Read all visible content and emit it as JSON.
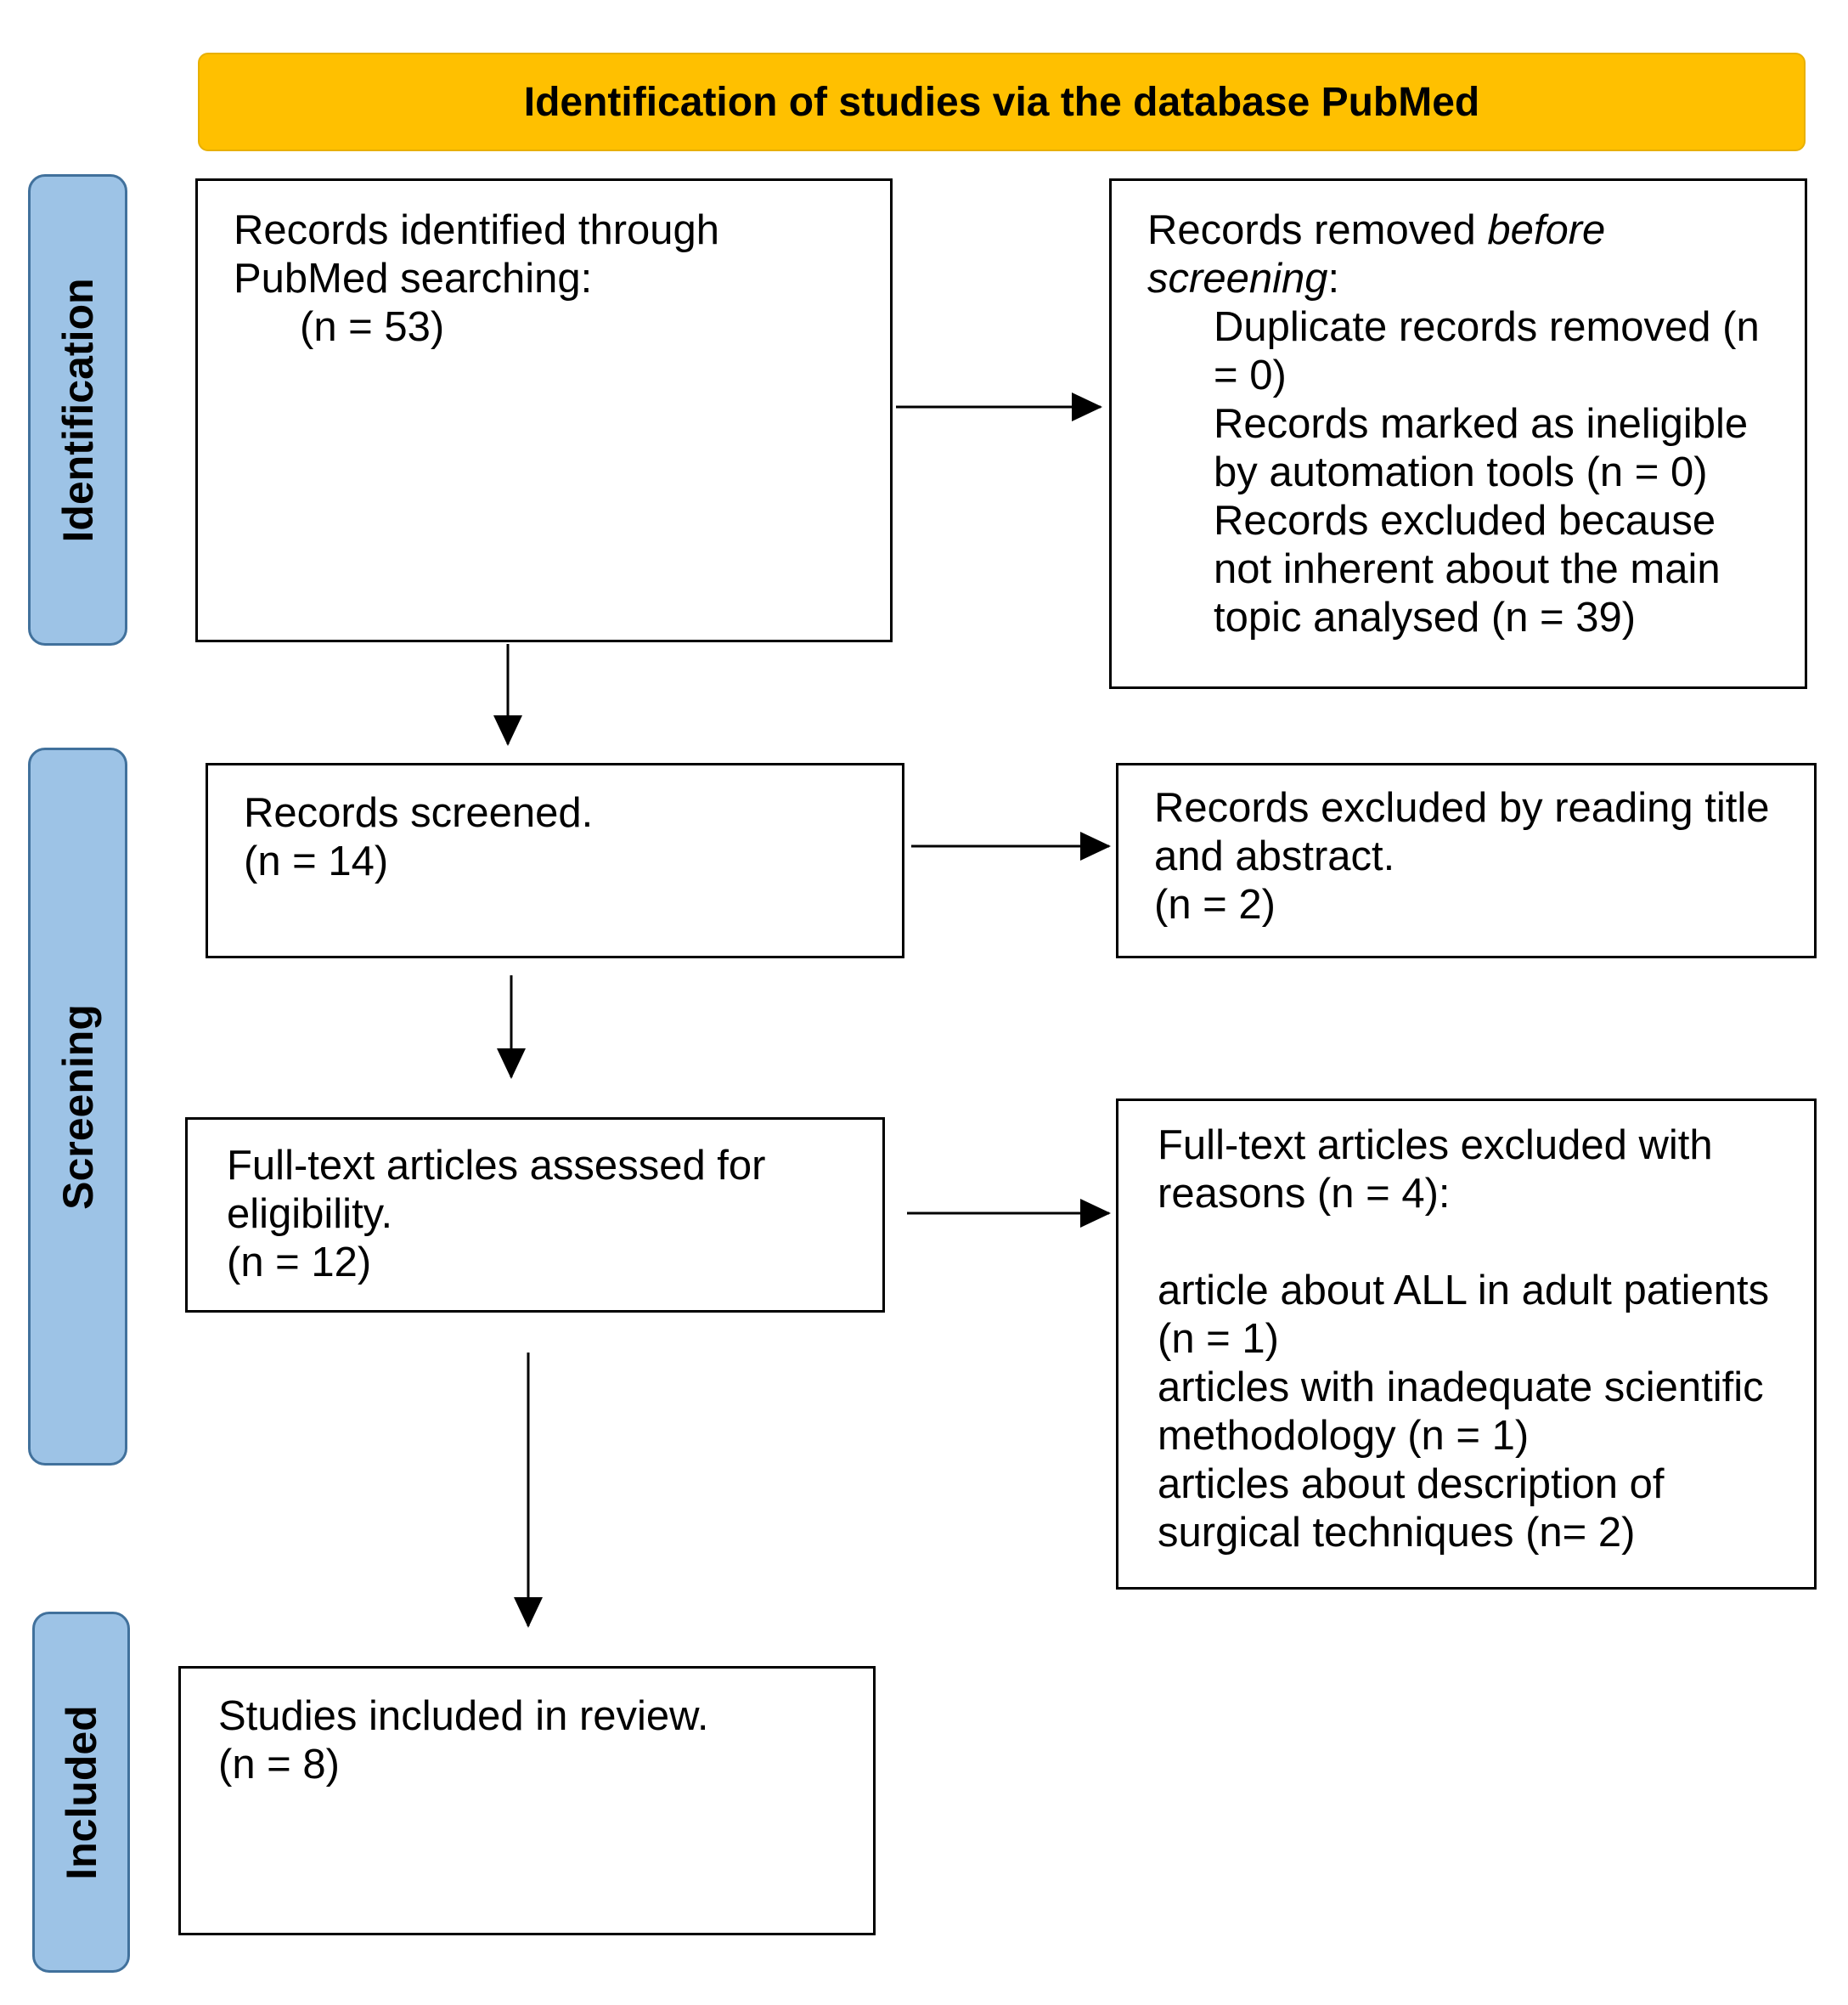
{
  "header": {
    "title": "Identification of studies via the database PubMed"
  },
  "stages": {
    "identification": "Identification",
    "screening": "Screening",
    "included": "Included"
  },
  "boxes": {
    "identified": {
      "line1": "Records identified through",
      "line2": "PubMed searching:",
      "line3": "(n = 53)"
    },
    "removed": {
      "prefix": "Records removed ",
      "em": "before screening",
      "suffix": ":",
      "items": [
        "Duplicate records removed (n = 0)",
        "Records marked as ineligible by automation tools (n = 0)",
        "Records excluded because not inherent about the main topic analysed (n = 39)"
      ]
    },
    "screened": {
      "line1": "Records screened.",
      "line2": "(n = 14)"
    },
    "excluded_title_abstract": {
      "line1": "Records excluded by reading title and abstract.",
      "line2": "(n = 2)"
    },
    "assessed": {
      "line1": "Full-text articles assessed for eligibility.",
      "line2": "(n = 12)"
    },
    "fulltext_excluded": {
      "line1": "Full-text articles excluded with reasons (n = 4):",
      "reasons": [
        "article about ALL in adult patients (n = 1)",
        "articles with inadequate scientific methodology (n = 1)",
        "articles about description of surgical techniques (n= 2)"
      ]
    },
    "included": {
      "line1": "Studies included in review.",
      "line2": "(n = 8)"
    }
  },
  "colors": {
    "header_fill": "#ffc000",
    "stage_fill": "#9dc3e6",
    "stage_border": "#41719c",
    "box_border": "#000000"
  }
}
